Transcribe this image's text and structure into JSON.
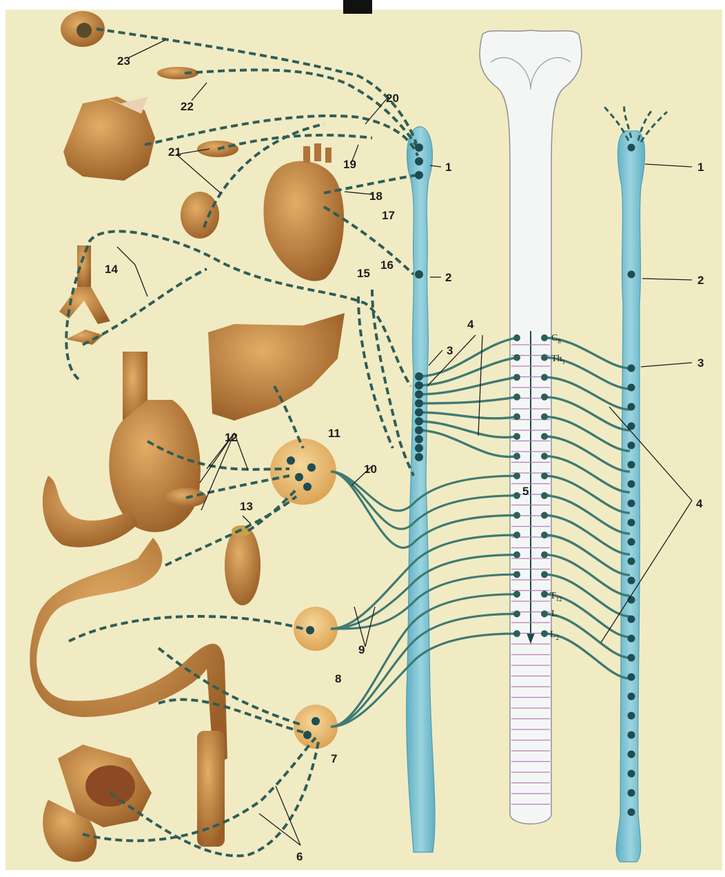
{
  "colors": {
    "paper": "#f1ebc4",
    "trunk": "#7fc3d3",
    "trunk_edge": "#4f9eb2",
    "fiber_solid": "#3f7a72",
    "fiber_dash": "#2f5e58",
    "ganglion": "#e2b36a",
    "organ": "#c88a44",
    "cord": "#eef2f2",
    "segment_line": "#b77fb4"
  },
  "labels": {
    "1": "1",
    "2": "2",
    "3": "3",
    "4": "4",
    "5": "5",
    "6": "6",
    "7": "7",
    "8": "8",
    "9": "9",
    "10": "10",
    "11": "11",
    "12": "12",
    "13": "13",
    "14": "14",
    "15": "15",
    "16": "16",
    "17": "17",
    "18": "18",
    "19": "19",
    "20": "20",
    "21": "21",
    "22": "22",
    "23": "23"
  },
  "segments": {
    "c8_main": "C",
    "c8_sub": "8",
    "th1_main": "Th",
    "th1_sub": "1",
    "t12_main": "T",
    "t12_sub": "12",
    "l1_main": "L",
    "l2_main": "L",
    "l2_sub": "2"
  },
  "organs": [
    "eye-icon",
    "lacrimal-gland-icon",
    "nasal-cavity-icon",
    "salivary-gland-icon",
    "heart-icon",
    "trachea-bronchi-icon",
    "liver-icon",
    "stomach-icon",
    "pancreas-icon",
    "kidney-icon",
    "colon-icon",
    "rectum-icon",
    "pelvic-organs-icon"
  ]
}
